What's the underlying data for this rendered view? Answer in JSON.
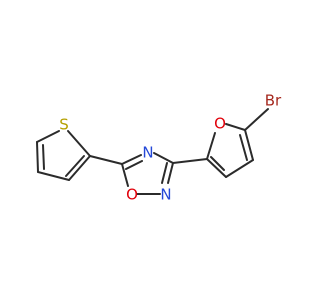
{
  "colors": {
    "background": "#ffffff",
    "bond": "#2b2b2b",
    "sulfur": "#b5a000",
    "oxygen": "#e1000a",
    "nitrogen": "#2448d8",
    "bromine": "#a5281e"
  },
  "atoms": {
    "s1": {
      "label": "S",
      "color_key": "sulfur"
    },
    "o_oxadiazole": {
      "label": "O",
      "color_key": "oxygen"
    },
    "n_top": {
      "label": "N",
      "color_key": "nitrogen"
    },
    "n_bottom": {
      "label": "N",
      "color_key": "nitrogen"
    },
    "o_furan": {
      "label": "O",
      "color_key": "oxygen"
    },
    "br": {
      "label": "Br",
      "color_key": "bromine"
    }
  }
}
